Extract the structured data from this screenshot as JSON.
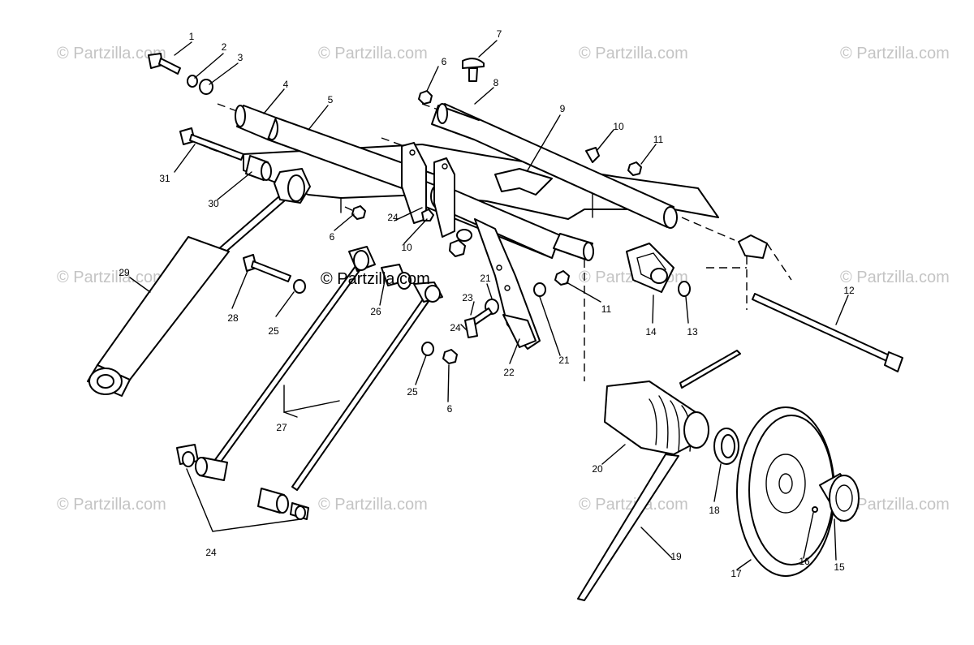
{
  "watermarks": {
    "text": "© Partzilla.com",
    "count_tiled": 11,
    "center": "© Partzilla.com"
  },
  "callouts": {
    "c1": "1",
    "c2": "2",
    "c3": "3",
    "c4": "4",
    "c5": "5",
    "c6a": "6",
    "c6b": "6",
    "c6c": "6",
    "c7": "7",
    "c8": "8",
    "c9": "9",
    "c10a": "10",
    "c10b": "10",
    "c11a": "11",
    "c11b": "11",
    "c12": "12",
    "c13": "13",
    "c14": "14",
    "c15": "15",
    "c16": "16",
    "c17": "17",
    "c18": "18",
    "c19": "19",
    "c20": "20",
    "c21a": "21",
    "c21b": "21",
    "c22": "22",
    "c23": "23",
    "c24a": "24",
    "c24b": "24",
    "c24c": "24",
    "c25a": "25",
    "c25b": "25",
    "c26": "26",
    "c27": "27",
    "c28": "28",
    "c29": "29",
    "c30": "30",
    "c31": "31"
  }
}
